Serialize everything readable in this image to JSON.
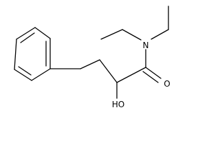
{
  "molecule": {
    "labels": {
      "nitrogen": "N",
      "oxygen": "O",
      "hydroxyl": "HO"
    }
  }
}
